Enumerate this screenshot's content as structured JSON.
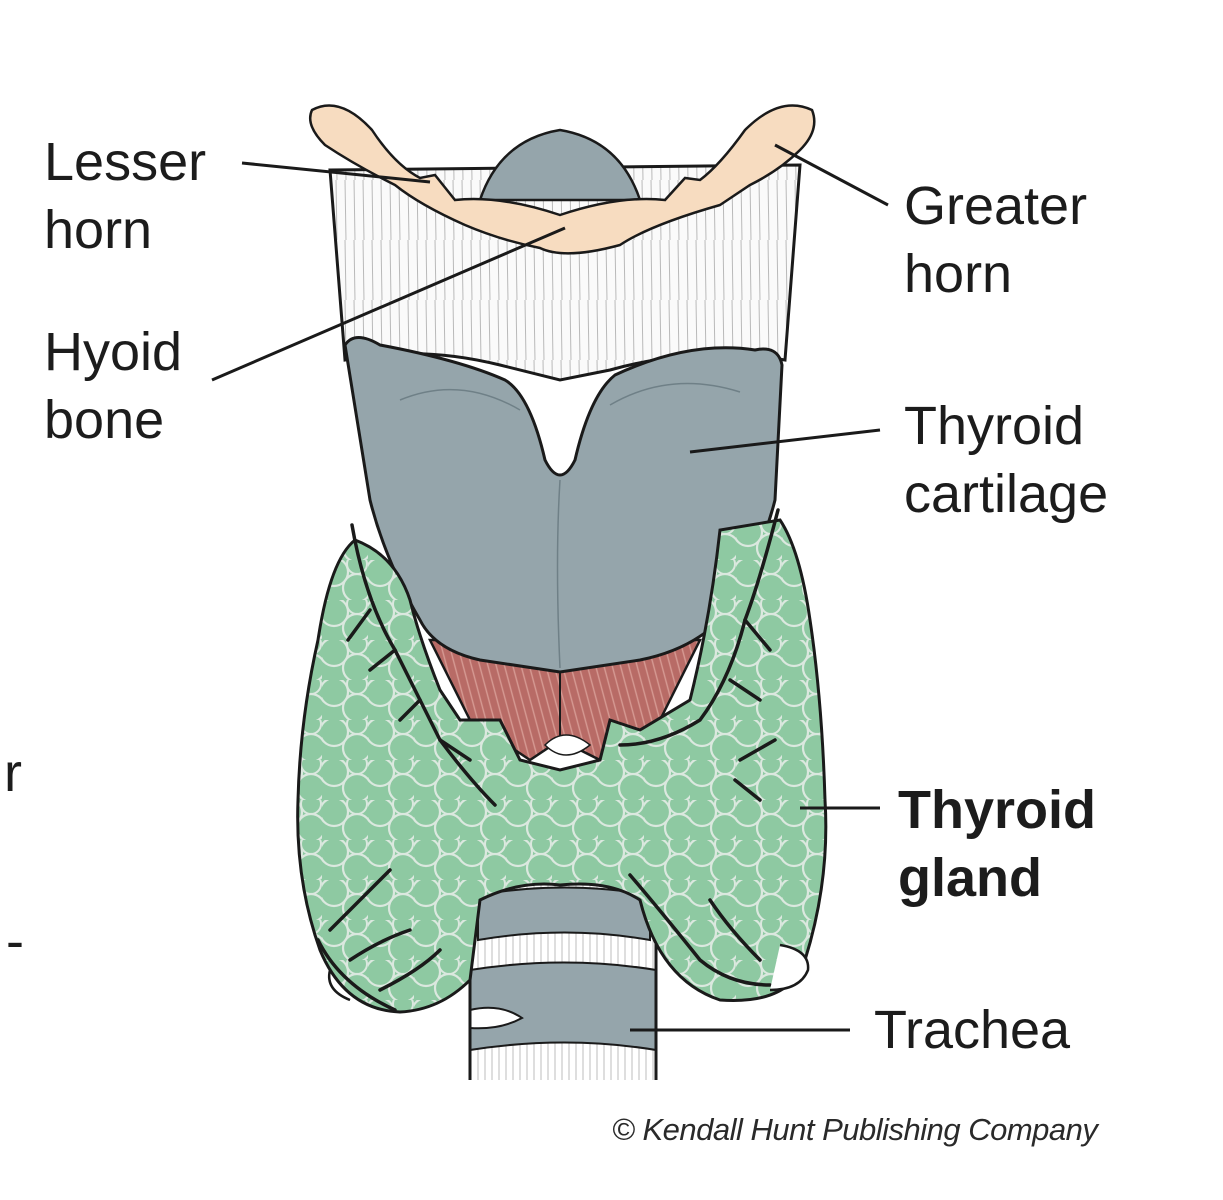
{
  "labels": {
    "lesser_horn": [
      "Lesser",
      "horn"
    ],
    "hyoid_bone": [
      "Hyoid",
      "bone"
    ],
    "greater_horn": [
      "Greater",
      "horn"
    ],
    "thyroid_cartilage": [
      "Thyroid",
      "cartilage"
    ],
    "thyroid_gland": [
      "Thyroid",
      "gland"
    ],
    "trachea": "Trachea"
  },
  "edge_fragments": {
    "r": "r",
    "dash": "-"
  },
  "credit": "© Kendall Hunt Publishing Company",
  "colors": {
    "hyoid": "#f7dcc0",
    "cartilage": "#95a5ab",
    "gland": "#8ec9a2",
    "gland_lobule_lines": "#d9e6dd",
    "muscle": "#b86b66",
    "ligament": "#f4f4f4",
    "outline": "#1a1a1a"
  }
}
